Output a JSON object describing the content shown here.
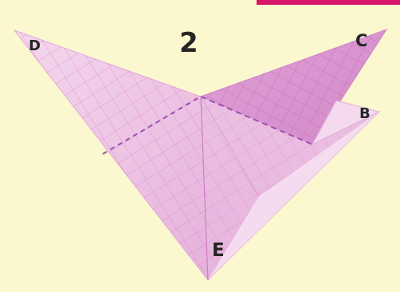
{
  "step_number": "2",
  "vertex_labels": {
    "d": "D",
    "c": "C",
    "b": "B",
    "e": "E"
  },
  "colors": {
    "background": "#fbf8cf",
    "paper_light": "#f2d2ea",
    "paper_mid": "#e8b6dc",
    "paper_deep": "#d792cf",
    "grid": "#dc6eb8",
    "fold_line": "#9b4fb2",
    "label_text": "#262626",
    "accent_mark": "#d8156b"
  }
}
